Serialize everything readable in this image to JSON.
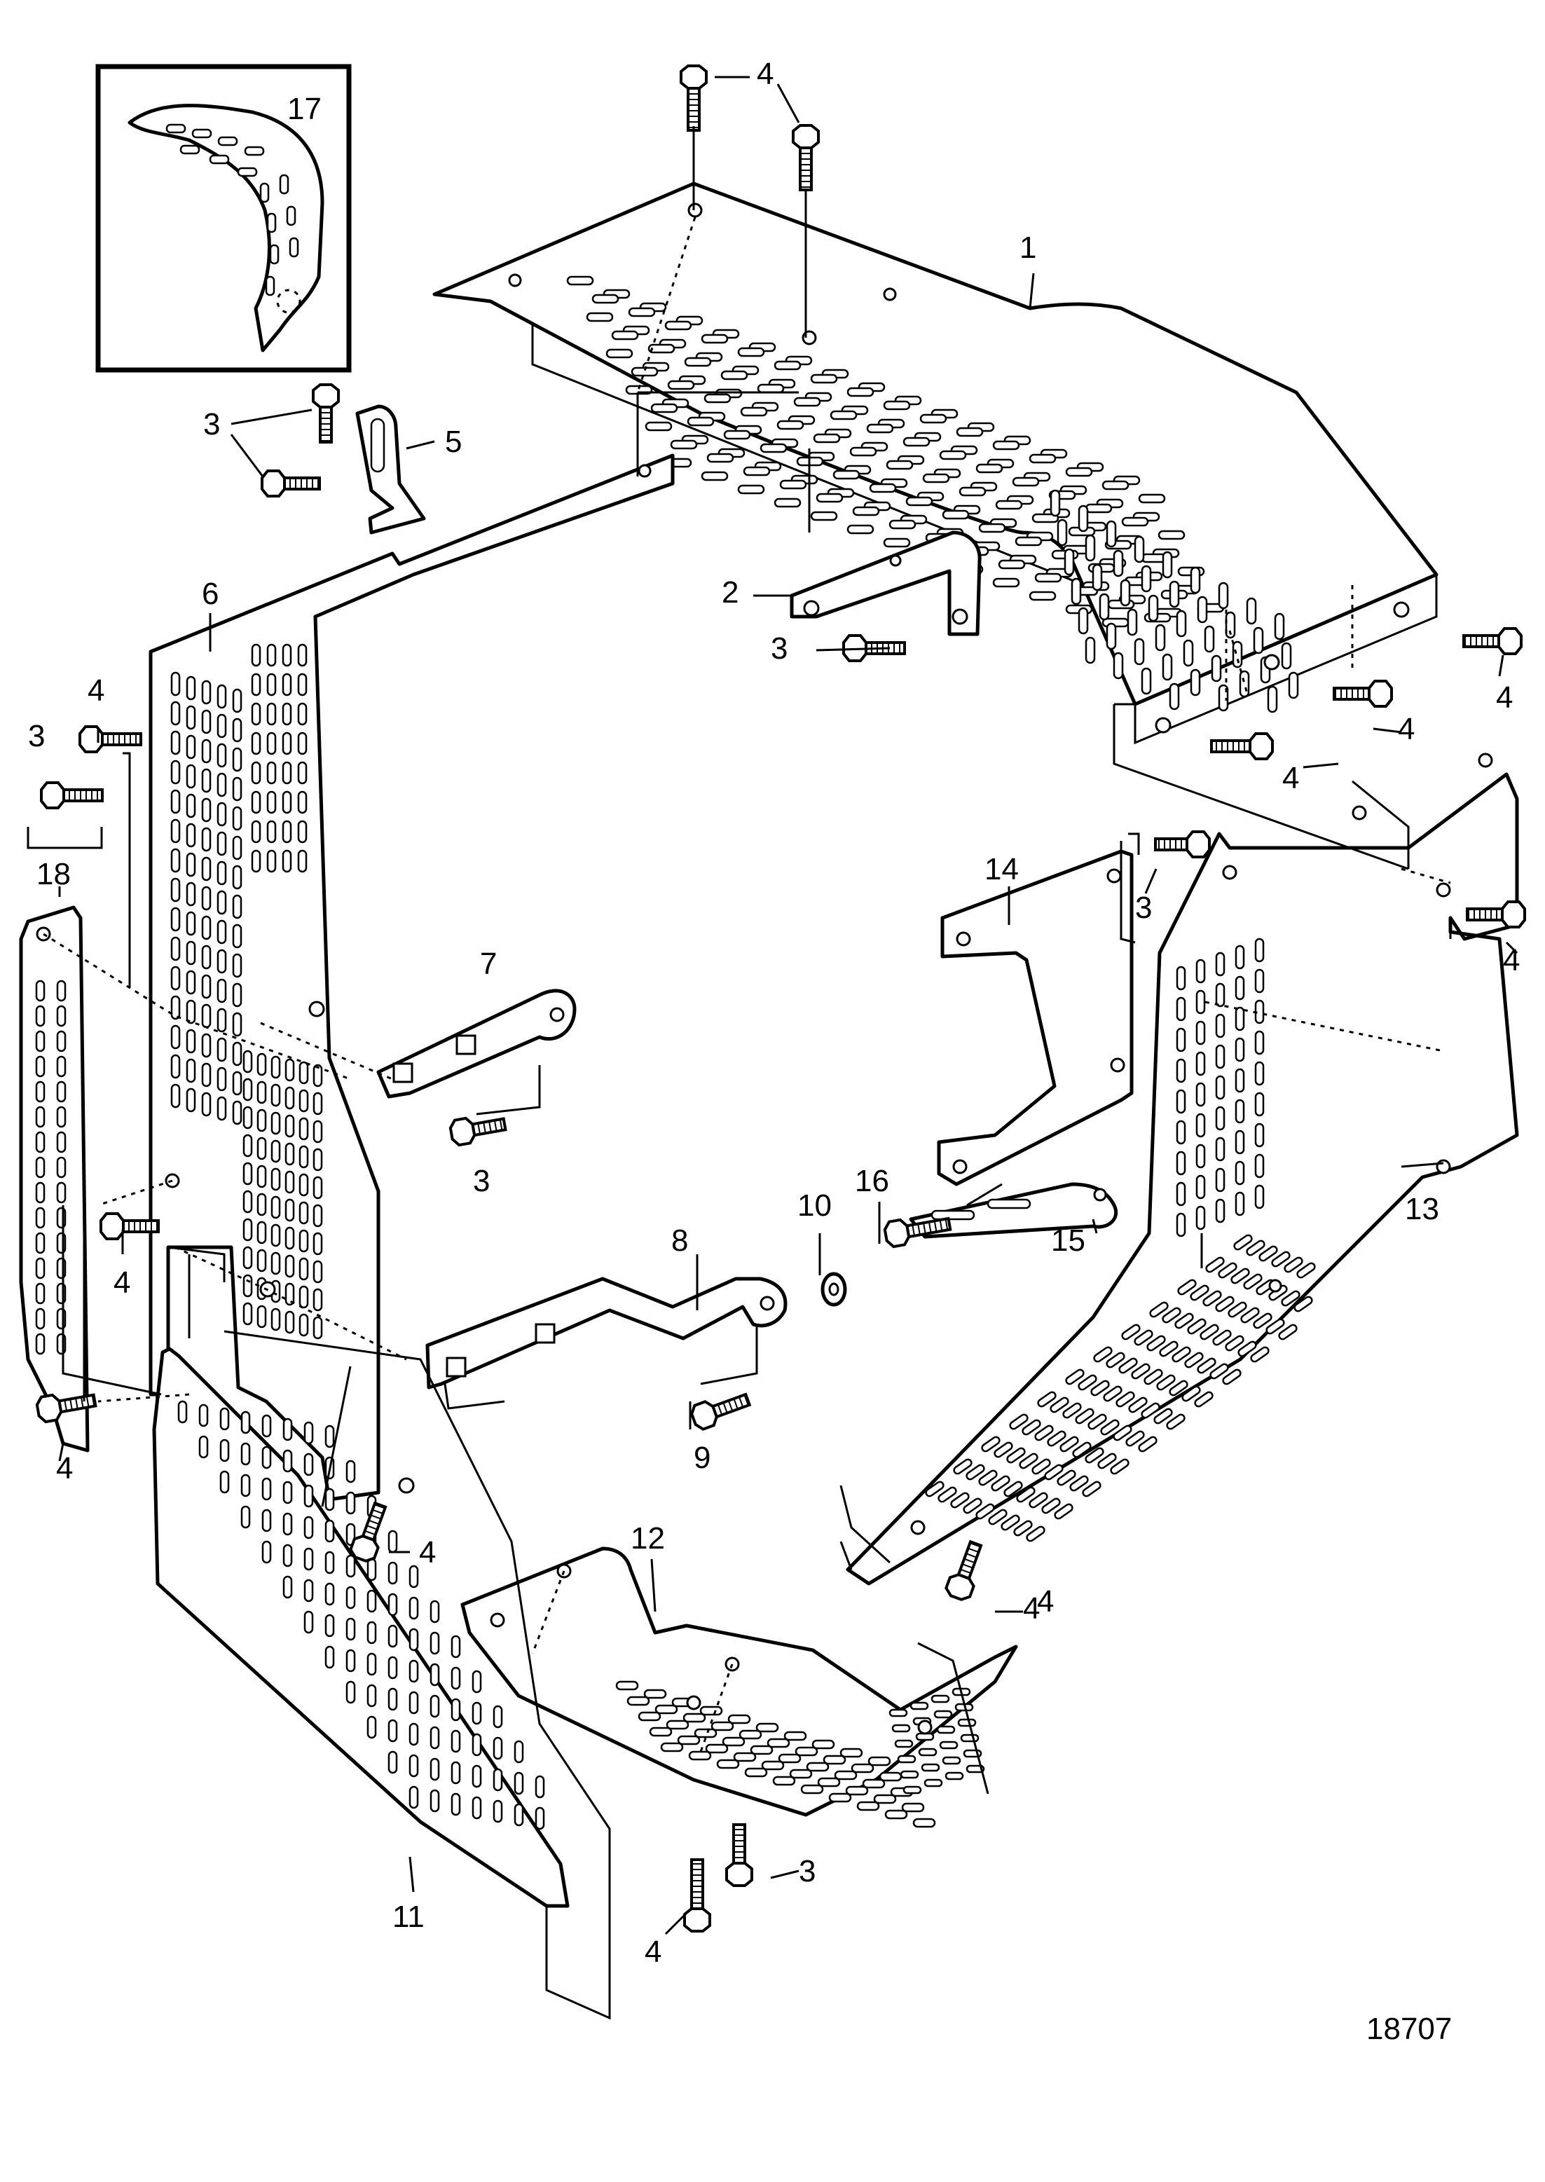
{
  "diagram": {
    "drawing_number": "18707",
    "callouts": [
      {
        "id": "c1",
        "text": "1"
      },
      {
        "id": "c2",
        "text": "2"
      },
      {
        "id": "c3a",
        "text": "3"
      },
      {
        "id": "c3b",
        "text": "3"
      },
      {
        "id": "c3c",
        "text": "3"
      },
      {
        "id": "c3d",
        "text": "3"
      },
      {
        "id": "c3e",
        "text": "3"
      },
      {
        "id": "c3f",
        "text": "3"
      },
      {
        "id": "c4a",
        "text": "4"
      },
      {
        "id": "c4b",
        "text": "4"
      },
      {
        "id": "c4c",
        "text": "4"
      },
      {
        "id": "c4d",
        "text": "4"
      },
      {
        "id": "c4e",
        "text": "4"
      },
      {
        "id": "c4f",
        "text": "4"
      },
      {
        "id": "c4g",
        "text": "4"
      },
      {
        "id": "c4h",
        "text": "4"
      },
      {
        "id": "c4i",
        "text": "4"
      },
      {
        "id": "c4j",
        "text": "4"
      },
      {
        "id": "c4k",
        "text": "4"
      },
      {
        "id": "c4l",
        "text": "4"
      },
      {
        "id": "c5",
        "text": "5"
      },
      {
        "id": "c6",
        "text": "6"
      },
      {
        "id": "c7",
        "text": "7"
      },
      {
        "id": "c8",
        "text": "8"
      },
      {
        "id": "c9",
        "text": "9"
      },
      {
        "id": "c10",
        "text": "10"
      },
      {
        "id": "c11",
        "text": "11"
      },
      {
        "id": "c12",
        "text": "12"
      },
      {
        "id": "c13",
        "text": "13"
      },
      {
        "id": "c14",
        "text": "14"
      },
      {
        "id": "c15",
        "text": "15"
      },
      {
        "id": "c16",
        "text": "16"
      },
      {
        "id": "c17",
        "text": "17"
      },
      {
        "id": "c18",
        "text": "18"
      }
    ]
  }
}
